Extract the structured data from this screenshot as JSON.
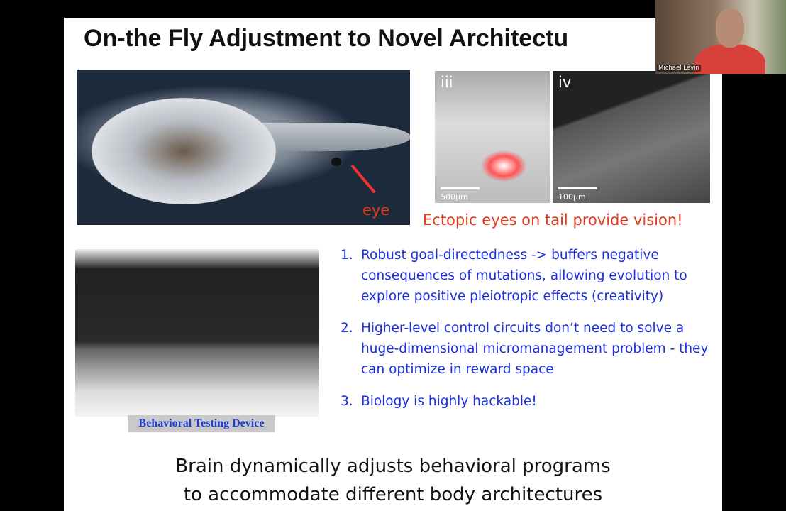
{
  "slide": {
    "title": "On-the Fly Adjustment to Novel Architectu",
    "eye_label": "eye",
    "panels": [
      {
        "label": "iii",
        "scale": "500µm"
      },
      {
        "label": "iv",
        "scale": "100µm"
      }
    ],
    "vision_caption": "Ectopic eyes on tail provide vision!",
    "device_label": "Behavioral Testing Device",
    "points": [
      {
        "n": "1.",
        "text": "Robust goal-directedness -> buffers negative consequences of mutations, allowing evolution to explore positive pleiotropic effects (creativity)"
      },
      {
        "n": "2.",
        "text": "Higher-level control circuits don’t need to solve a huge-dimensional micromanagement problem - they can optimize in reward space"
      },
      {
        "n": "3.",
        "text": "Biology is highly hackable!"
      }
    ],
    "bottom": [
      "Brain dynamically adjusts behavioral programs",
      "to accommodate different body architectures"
    ]
  },
  "webcam": {
    "name": "Michael Levin"
  }
}
